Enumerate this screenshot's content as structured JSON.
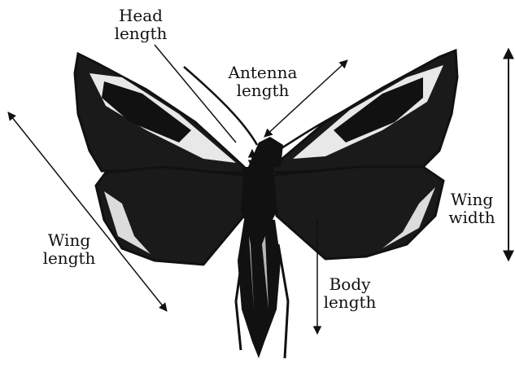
{
  "labels": {
    "head_length": {
      "line1": "Head",
      "line2": "length"
    },
    "antenna_length": {
      "line1": "Antenna",
      "line2": "length"
    },
    "wing_width": {
      "line1": "Wing",
      "line2": "width"
    },
    "wing_length": {
      "line1": "Wing",
      "line2": "length"
    },
    "body_length": {
      "line1": "Body",
      "line2": "length"
    }
  },
  "colors": {
    "ink": "#111111",
    "paper": "#ffffff"
  }
}
